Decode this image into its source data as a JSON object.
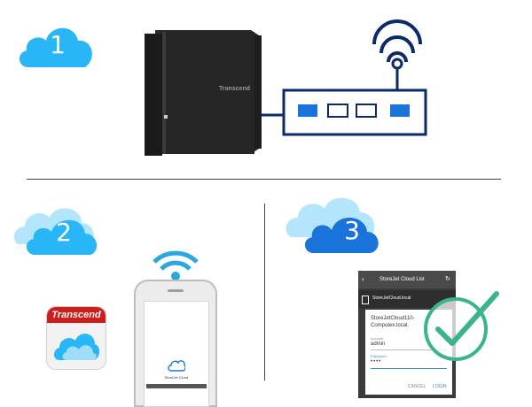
{
  "steps": {
    "one": "1",
    "two": "2",
    "three": "3"
  },
  "device": {
    "brand": "Transcend"
  },
  "app_icon": {
    "label": "Transcend"
  },
  "phone": {
    "app_name": "StoreJet Cloud"
  },
  "dialog": {
    "header": "StoreJet Cloud List",
    "list_item": "StoreJetCloud.local",
    "title": "StoreJetCloud110-Computex.local.",
    "account_label": "Account",
    "account_value": "admin",
    "password_label": "Password",
    "password_value": "••••",
    "cancel_label": "CANCEL",
    "login_label": "LOGIN"
  },
  "colors": {
    "cloud_light": "#29b6f6",
    "cloud_pale": "#b3e5fc",
    "cloud_deep": "#1a73d9",
    "network_blue": "#0b2a6b",
    "wifi_blue": "#29a7e0",
    "check_green": "#3ab58a",
    "brand_red": "#d11c1c"
  }
}
